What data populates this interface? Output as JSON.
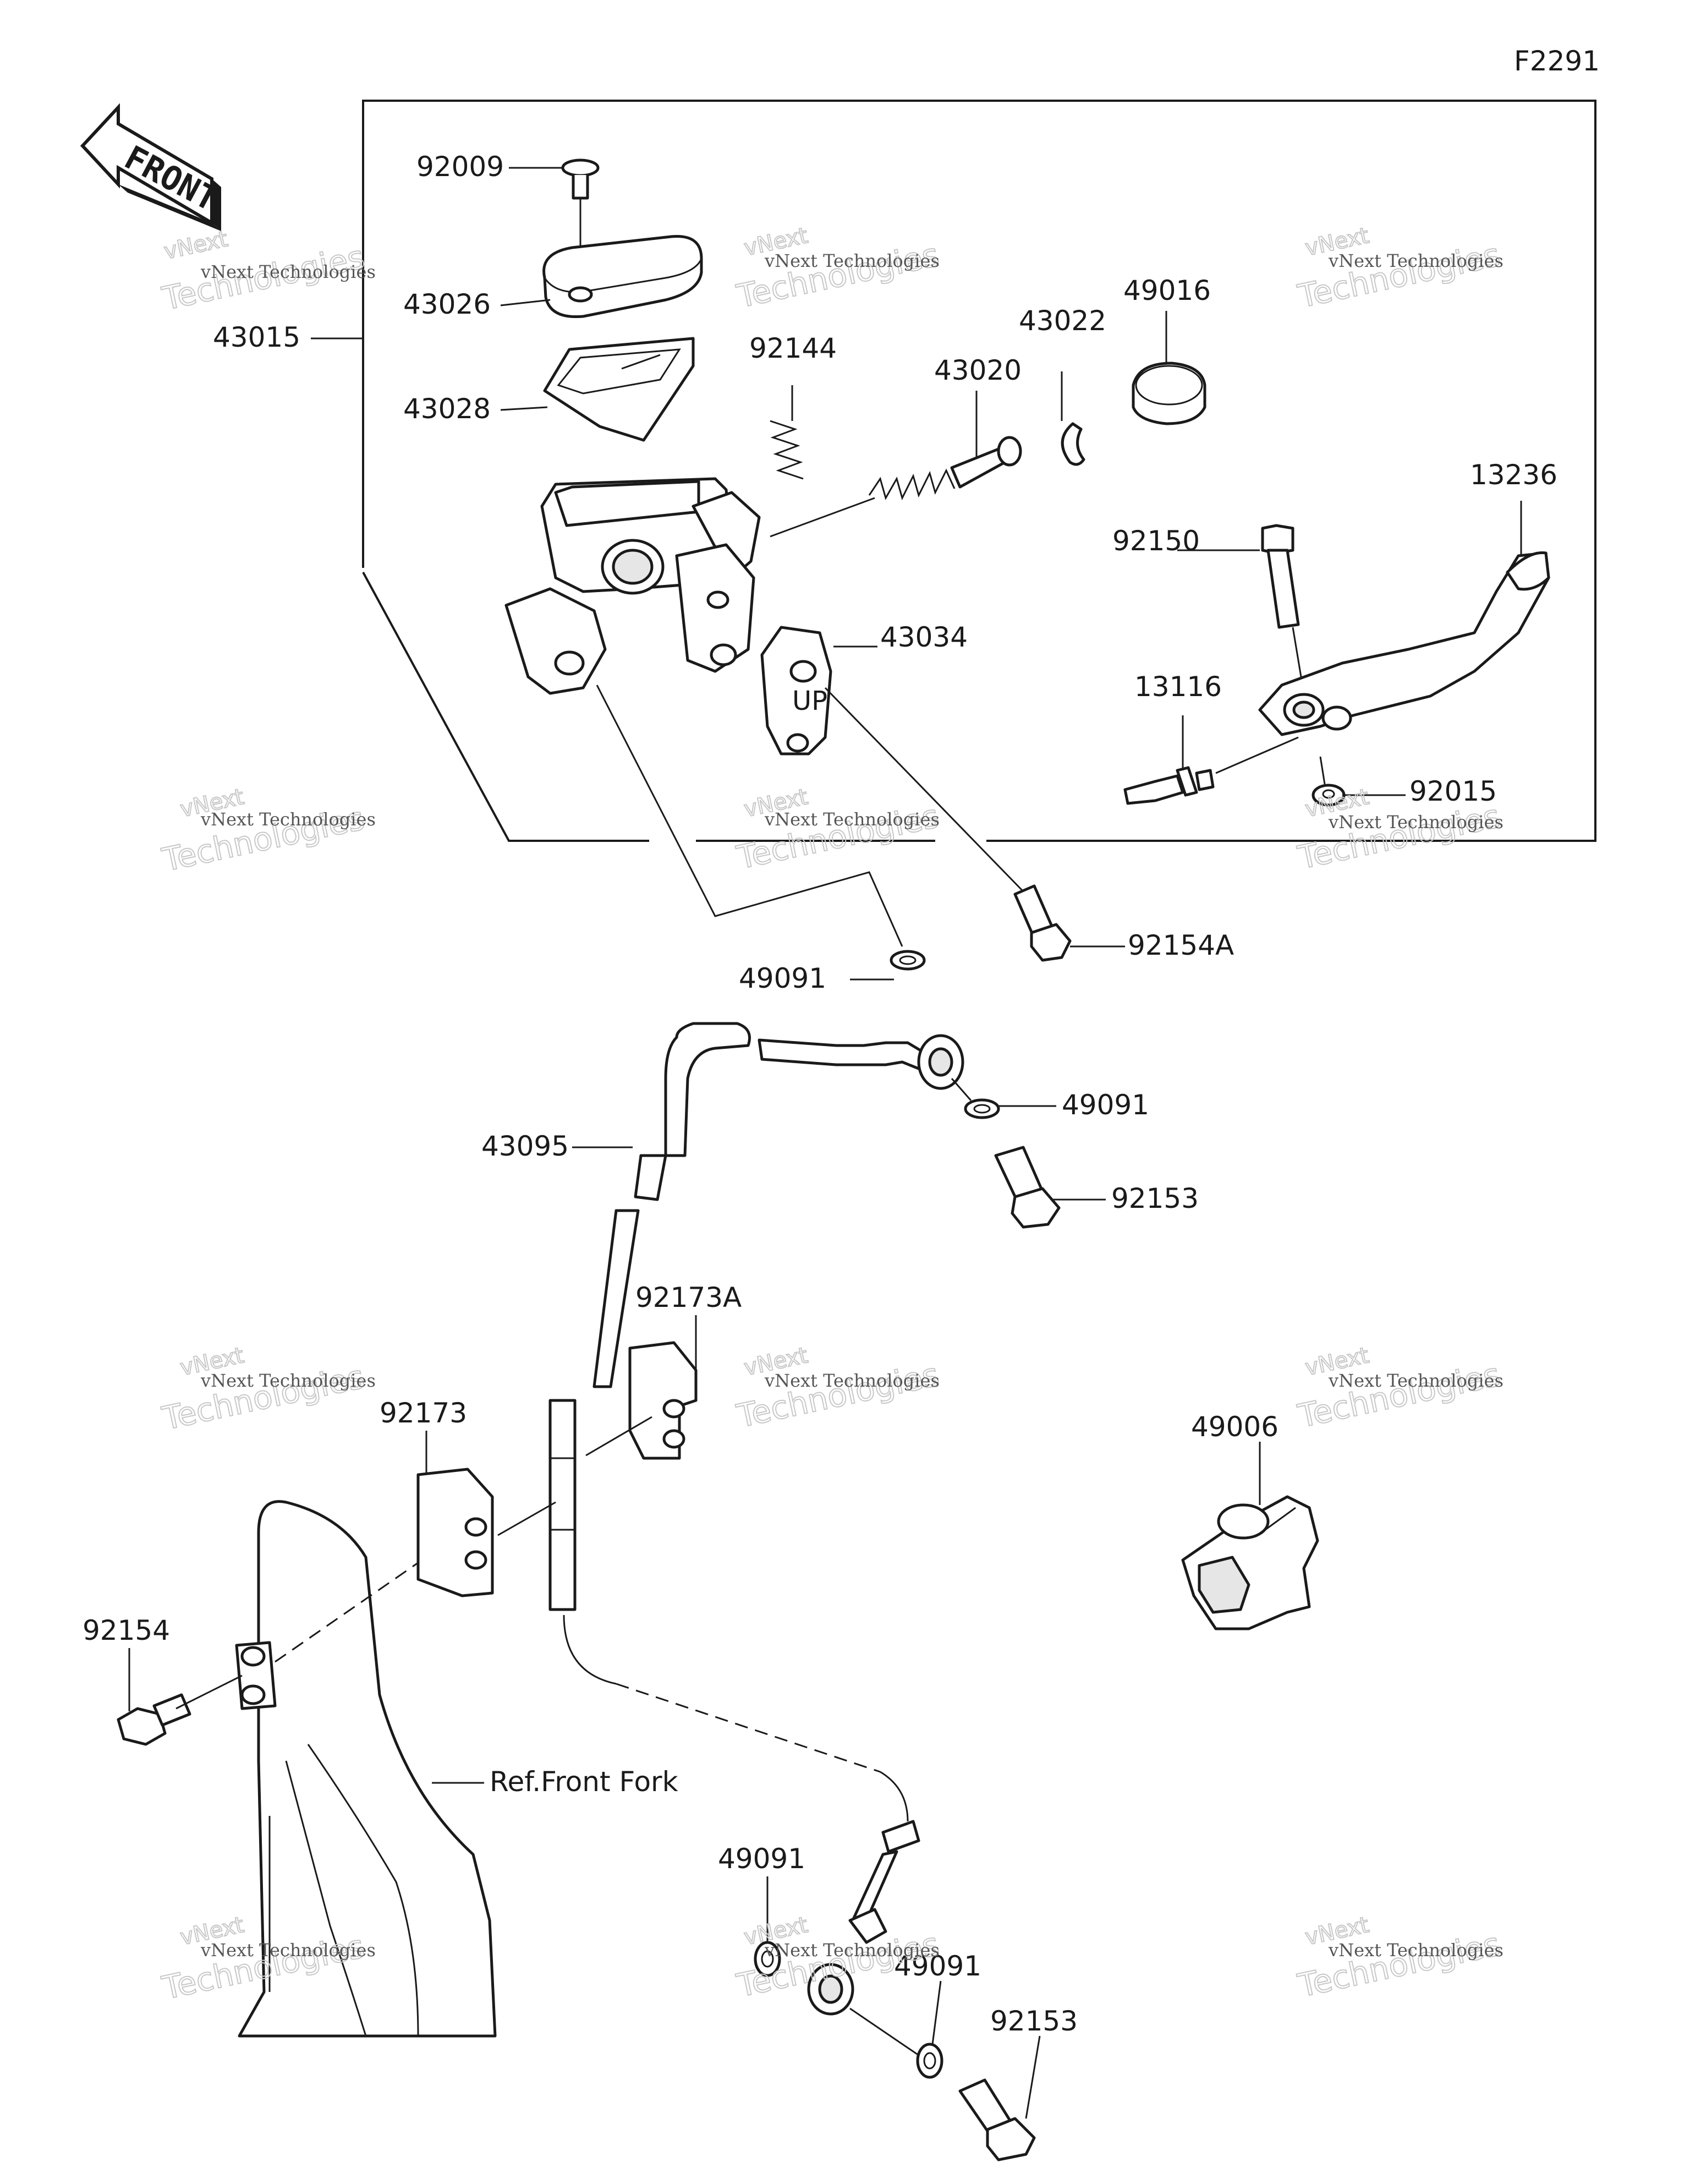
{
  "diagram_code": "F2291",
  "front_arrow_label": "FRONT",
  "ref_label": "Ref.Front Fork",
  "watermark": {
    "line1": "vNext Technologies",
    "line2": "Technologies",
    "line3": "vNext"
  },
  "parts": {
    "p92009": "92009",
    "p43026": "43026",
    "p43015": "43015",
    "p43028": "43028",
    "p92144": "92144",
    "p43020": "43020",
    "p43022": "43022",
    "p49016": "49016",
    "p13236": "13236",
    "p92150": "92150",
    "p43034": "43034",
    "p13116": "13116",
    "p92015": "92015",
    "p92154A": "92154A",
    "p49091_a": "49091",
    "p49091_b": "49091",
    "p43095": "43095",
    "p92153_a": "92153",
    "p92173A": "92173A",
    "p92173": "92173",
    "p49006": "49006",
    "p92154": "92154",
    "p49091_c": "49091",
    "p49091_d": "49091",
    "p92153_b": "92153"
  }
}
